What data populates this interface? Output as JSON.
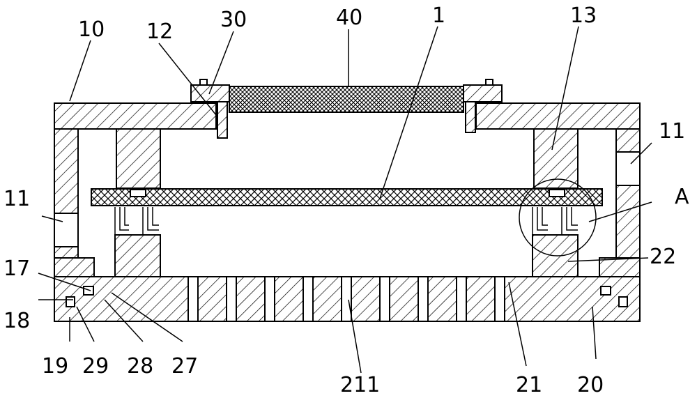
{
  "labels": {
    "l10": "10",
    "l12": "12",
    "l30": "30",
    "l40": "40",
    "l1": "1",
    "l13": "13",
    "l11_right": "11",
    "l11_left": "11",
    "lA": "A",
    "l22": "22",
    "l17": "17",
    "l18": "18",
    "l19": "19",
    "l29": "29",
    "l28": "28",
    "l27": "27",
    "l211": "211",
    "l21": "21",
    "l20": "20"
  },
  "colors": {
    "line": "#000000",
    "background": "#ffffff"
  }
}
